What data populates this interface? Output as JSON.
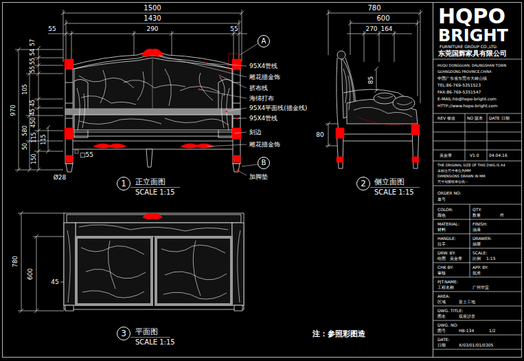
{
  "diagram": {
    "nodes": [
      {
        "text": [
          "A"
        ]
      },
      {
        "text": [
          "B"
        ]
      },
      {
        "text": [
          "1"
        ]
      },
      {
        "text": [
          "2"
        ]
      },
      {
        "text": [
          "3"
        ]
      }
    ],
    "labels": [
      "1500",
      "1430",
      "55",
      "290",
      "55",
      "57",
      "54",
      "55",
      "55",
      "105",
      "45",
      "45",
      "970",
      "580",
      "450",
      "50",
      "115",
      "115",
      "150",
      "□55",
      "Ø28",
      "95X4管线",
      "雕花描金饰",
      "挤布线",
      "海绵打布",
      "95X4平面线(描金线)",
      "95X4管线",
      "刻边",
      "雕花描金饰",
      "加脚垫",
      "正立面图",
      "SCALE 1:15",
      "780",
      "600",
      "270",
      "164",
      "85",
      "80",
      "侧立面图",
      "SCALE 1:15",
      "780",
      "600",
      "45",
      "平面图",
      "SCALE 1:15",
      "注：参照彩图造",
      "HQPO",
      "BRIGHT",
      "FURNITURE GROUP CO.,LTD.",
      "东莞国辉家具有限公司",
      "HUQU DONGGUAN, DALINGSHAN TOWN",
      "GUANGDONG PROVINCE,CHINA",
      "中国广东省东莞市大岭山镇",
      "TEL:86-769-5351523",
      "FAX:86-769-5351547",
      "E-MAIL:hb@hopo-bright.com",
      "HTTP://www.hopo-bright.com",
      "REV 修改",
      "NO 版本",
      "DATE 日期",
      "吴金孝",
      "V1.0",
      "04.04.16",
      "THE ORIGINAL SIZE OF THIS DWG IS A4",
      "未标注尺寸单位为MM",
      "DIMENSIONS DRAWN IN MM",
      "尺寸与图纸单位统一",
      "ORDER NO:",
      "单号",
      "COLOR:",
      "QTY:",
      "颜色",
      "数量",
      "件",
      "MATERIAL:",
      "FINISH:",
      "材料",
      "油漆",
      "HANDLE:",
      "DRAWER:",
      "拉手",
      "抽屉",
      "DRW. BY:",
      "SCALE:",
      "绘图",
      "吴金孝",
      "比例",
      "1:15",
      "CHK BY:",
      "APP. BY:",
      "审核",
      "批准",
      "PJT.NAME:",
      "工程名称",
      "广州华宜",
      "AREA:",
      "区域",
      "富士工地",
      "DWG. TITLE:",
      "图名",
      "双座沙发",
      "DWG. NO:",
      "图号",
      "HB-134",
      "1/2",
      "DATE:",
      "日期",
      "X/03/01/01/0305"
    ]
  }
}
